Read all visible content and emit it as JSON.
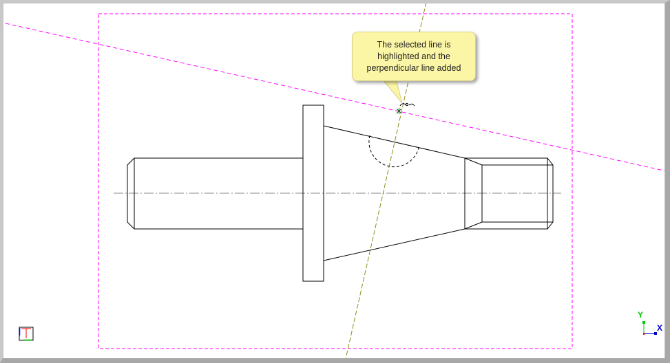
{
  "tooltip": {
    "text": "The selected line is highlighted and the perpendicular line added"
  },
  "axes": {
    "x_label": "X",
    "y_label": "Y"
  },
  "colors": {
    "frame_border": "#magenta",
    "magenta": "#ff00ff",
    "olive": "#8c8c1c",
    "tooltip_bg": "#fbf5a6"
  },
  "icons": {
    "view_cube": "top-view-icon"
  }
}
